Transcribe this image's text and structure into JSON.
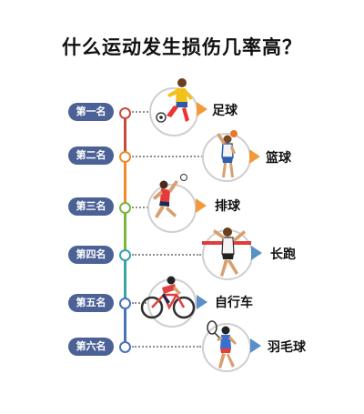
{
  "title": "什么运动发生损伤几率高？",
  "colors": {
    "pill": "#4c6297",
    "arrow": "#f29a3a",
    "arrow_blue": "#5a8fc8",
    "seg": [
      "#c94a3d",
      "#f08a2a",
      "#79b83a",
      "#3aa3a6",
      "#4a72b8"
    ]
  },
  "items": [
    {
      "rank": "第一名",
      "sport": "足球",
      "icon": "soccer-player-icon"
    },
    {
      "rank": "第二名",
      "sport": "篮球",
      "icon": "basketball-player-icon"
    },
    {
      "rank": "第三名",
      "sport": "排球",
      "icon": "volleyball-player-icon"
    },
    {
      "rank": "第四名",
      "sport": "长跑",
      "icon": "runner-icon"
    },
    {
      "rank": "第五名",
      "sport": "自行车",
      "icon": "cyclist-icon"
    },
    {
      "rank": "第六名",
      "sport": "羽毛球",
      "icon": "badminton-player-icon"
    }
  ]
}
